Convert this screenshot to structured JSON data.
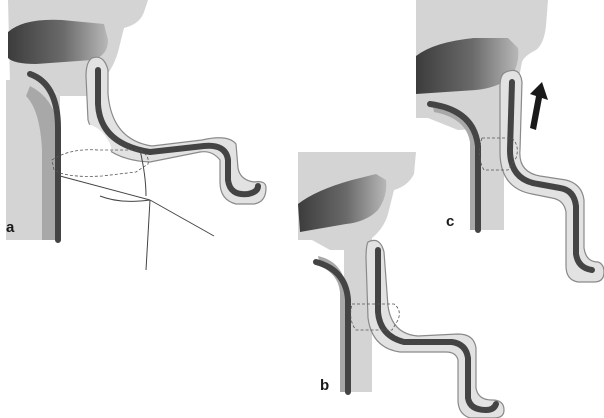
{
  "figure": {
    "panels": [
      {
        "id": "a",
        "label": "a"
      },
      {
        "id": "b",
        "label": "b"
      },
      {
        "id": "c",
        "label": "c"
      }
    ],
    "colors": {
      "background": "#ffffff",
      "soft_tissue": "#d4d4d4",
      "soft_tissue_dark": "#9e9e9e",
      "cartilage_fill": "#e2e2e2",
      "cartilage_outline": "#8a8a8a",
      "bone": "#444444",
      "cortex_band": "#ababab",
      "palate_dark": "#4a4a4a",
      "palate_light": "#9a9a9a",
      "outline": "#555555",
      "arrow": "#1a1a1a"
    },
    "icons": [
      "upward-arrow-icon"
    ]
  }
}
